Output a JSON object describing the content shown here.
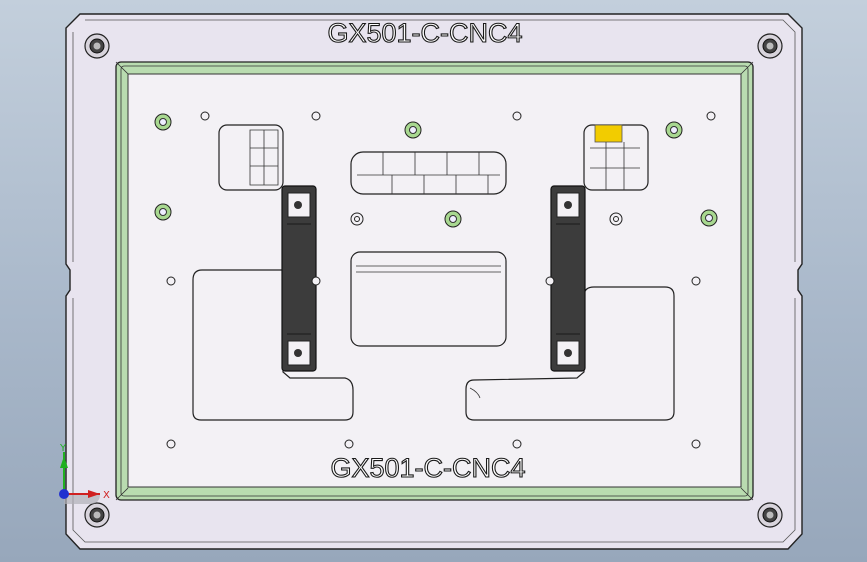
{
  "drawing": {
    "engraving_top": "GX501-C-CNC4",
    "engraving_bottom": "GX501-C-CNC4"
  },
  "triad": {
    "x_label": "X",
    "y_label": "Y"
  },
  "colors": {
    "viewport_top": "#c3cfdc",
    "viewport_bottom": "#97a7bb",
    "frame": "#e8e4ef",
    "pocket_rim": "#b9dcb0",
    "plate": "#f3f1f5",
    "clamp_bar": "#3c3c3c",
    "locator_pin": "#a8d890",
    "highlight_block": "#f2cc00",
    "axis_x": "#d02020",
    "axis_y": "#20b020",
    "axis_z": "#2030d0"
  },
  "icons": [
    "corner-screw-icon",
    "locator-pin-icon",
    "coordinate-triad-icon"
  ]
}
